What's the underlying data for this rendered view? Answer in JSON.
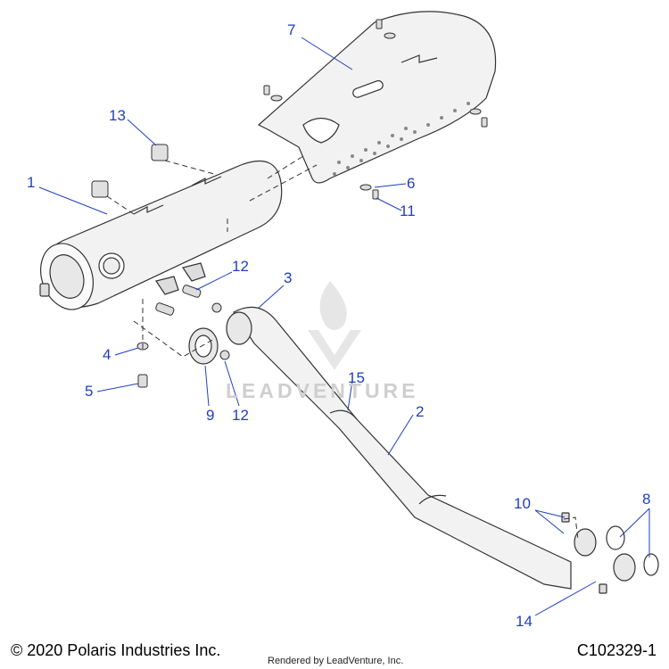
{
  "callouts": {
    "c1": "1",
    "c2": "2",
    "c3": "3",
    "c4": "4",
    "c5": "5",
    "c6": "6",
    "c7": "7",
    "c8": "8",
    "c9": "9",
    "c10": "10",
    "c11": "11",
    "c12a": "12",
    "c12b": "12",
    "c13": "13",
    "c14": "14",
    "c15": "15"
  },
  "footer": {
    "copyright": "© 2020 Polaris Industries Inc.",
    "rendered_by": "Rendered by LeadVenture, Inc.",
    "diagram_id": "C102329-1"
  },
  "watermark": {
    "text": "LEADVENTURE"
  },
  "colors": {
    "callout": "#1f3fbf",
    "line": "#1f3fbf",
    "part_stroke": "#333333",
    "part_fill": "#f2f2f2"
  }
}
